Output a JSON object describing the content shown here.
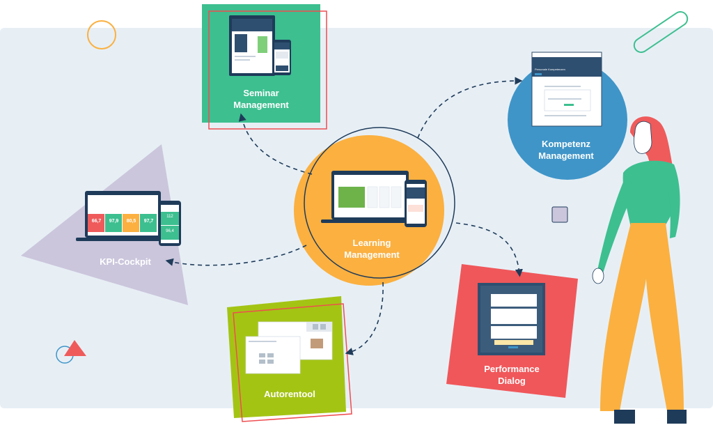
{
  "nodes": {
    "seminar": {
      "line1": "Seminar",
      "line2": "Management"
    },
    "kompetenz": {
      "line1": "Kompetenz",
      "line2": "Management"
    },
    "learning": {
      "line1": "Learning",
      "line2": "Management"
    },
    "kpi": {
      "line1": "KPI-Cockpit"
    },
    "autorentool": {
      "line1": "Autorentool"
    },
    "performance": {
      "line1": "Performance",
      "line2": "Dialog"
    }
  },
  "kpi_tiles": [
    "66,7",
    "97,9",
    "80,5",
    "97,7"
  ],
  "kpi_phone_tiles": [
    "112",
    "96,4"
  ],
  "kompetenz_screen_title": "Personale Kompetenzen",
  "colors": {
    "background_panel": "#e7eff5",
    "seminar_green": "#3dbf90",
    "kompetenz_blue": "#3f95c8",
    "learning_orange": "#fbb040",
    "kpi_lavender": "#cbc6dc",
    "autorentool_lime": "#a4c414",
    "performance_coral": "#f0575a",
    "accent_red": "#ef4d50",
    "navy": "#1f3b5a",
    "person_hair": "#ef5b5b",
    "person_top": "#3dbf90",
    "person_pants": "#fbb040"
  }
}
